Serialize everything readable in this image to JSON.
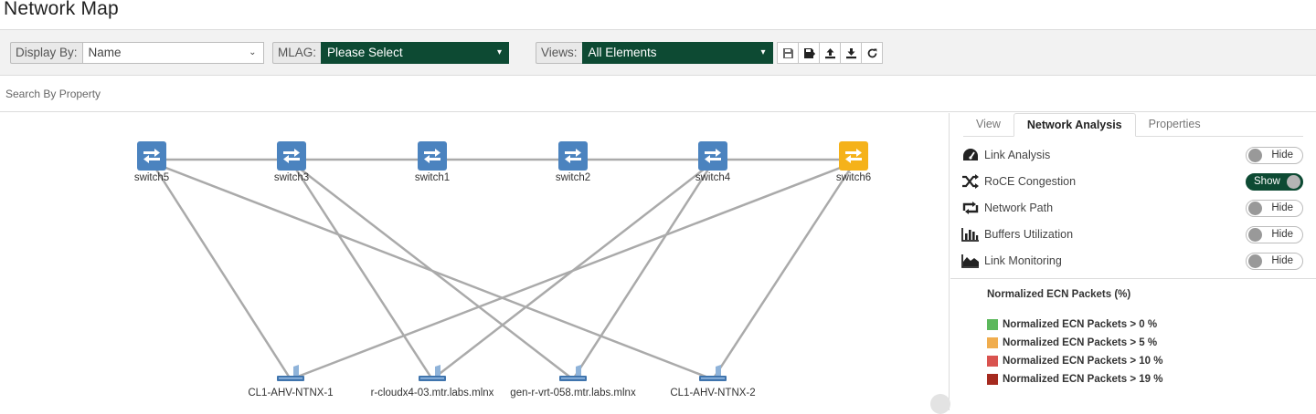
{
  "page": {
    "title": "Network Map"
  },
  "toolbar": {
    "display_by": {
      "label": "Display By:",
      "value": "Name"
    },
    "mlag": {
      "label": "MLAG:",
      "value": "Please Select"
    },
    "views": {
      "label": "Views:",
      "value": "All Elements"
    },
    "icons": [
      "save-icon",
      "save-as-icon",
      "upload-icon",
      "download-icon",
      "refresh-icon"
    ]
  },
  "search": {
    "placeholder": "Search By Property"
  },
  "map": {
    "switches": [
      "switch5",
      "switch3",
      "switch1",
      "switch2",
      "switch4",
      "switch6"
    ],
    "hosts": [
      "CL1-AHV-NTNX-1",
      "r-cloudx4-03.mtr.labs.mlnx",
      "gen-r-vrt-058.mtr.labs.mlnx",
      "CL1-AHV-NTNX-2"
    ]
  },
  "panel": {
    "tabs": [
      "View",
      "Network Analysis",
      "Properties"
    ],
    "active_tab": "Network Analysis",
    "rows": [
      {
        "label": "Link Analysis",
        "icon": "dashboard-icon",
        "state": "Hide"
      },
      {
        "label": "RoCE Congestion",
        "icon": "shuffle-icon",
        "state": "Show"
      },
      {
        "label": "Network Path",
        "icon": "retweet-icon",
        "state": "Hide"
      },
      {
        "label": "Buffers Utilization",
        "icon": "bar-chart-icon",
        "state": "Hide"
      },
      {
        "label": "Link Monitoring",
        "icon": "area-chart-icon",
        "state": "Hide"
      }
    ],
    "legend": {
      "title": "Normalized ECN Packets (%)",
      "items": [
        {
          "label": "Normalized ECN Packets > 0 %",
          "color": "#5cb85c"
        },
        {
          "label": "Normalized ECN Packets > 5 %",
          "color": "#f0ad4e"
        },
        {
          "label": "Normalized ECN Packets > 10 %",
          "color": "#d9534f"
        },
        {
          "label": "Normalized ECN Packets > 19 %",
          "color": "#a52a1f"
        }
      ]
    }
  },
  "colors": {
    "accent_green": "#0d4a33",
    "switch_blue": "#4b83bf",
    "switch_orange": "#f5b21a",
    "link_gray": "#aaaaaa"
  }
}
